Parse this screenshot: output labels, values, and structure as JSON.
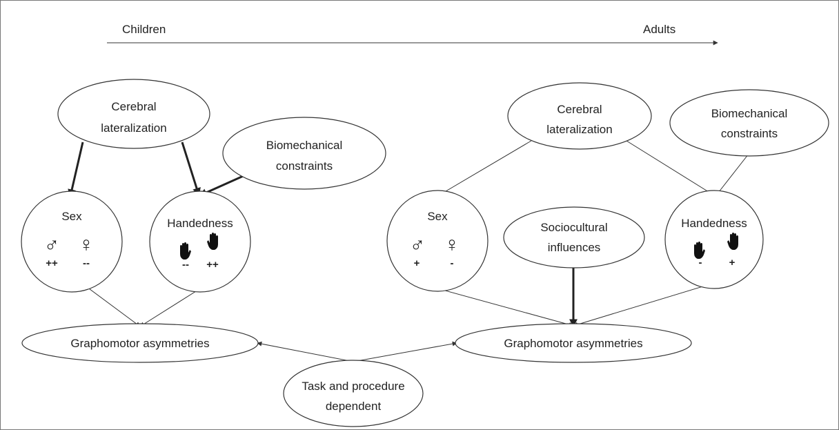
{
  "timeline": {
    "start_label": "Children",
    "end_label": "Adults"
  },
  "children": {
    "cerebral": [
      "Cerebral",
      "lateralization"
    ],
    "biomech": [
      "Biomechanical",
      "constraints"
    ],
    "sex": {
      "title": "Sex",
      "male_symbol": "♂",
      "female_symbol": "♀",
      "male_sign": "++",
      "female_sign": "--"
    },
    "handedness": {
      "title": "Handedness",
      "left_sign": "--",
      "right_sign": "++"
    },
    "graphomotor": "Graphomotor asymmetries"
  },
  "adults": {
    "cerebral": [
      "Cerebral",
      "lateralization"
    ],
    "biomech": [
      "Biomechanical",
      "constraints"
    ],
    "sex": {
      "title": "Sex",
      "male_symbol": "♂",
      "female_symbol": "♀",
      "male_sign": "+",
      "female_sign": "-"
    },
    "sociocultural": [
      "Sociocultural",
      "influences"
    ],
    "handedness": {
      "title": "Handedness",
      "left_sign": "-",
      "right_sign": "+"
    },
    "graphomotor": "Graphomotor asymmetries"
  },
  "task": [
    "Task and procedure",
    "dependent"
  ],
  "icons": {
    "hand": "hand-icon",
    "male": "male-symbol-icon",
    "female": "female-symbol-icon"
  }
}
